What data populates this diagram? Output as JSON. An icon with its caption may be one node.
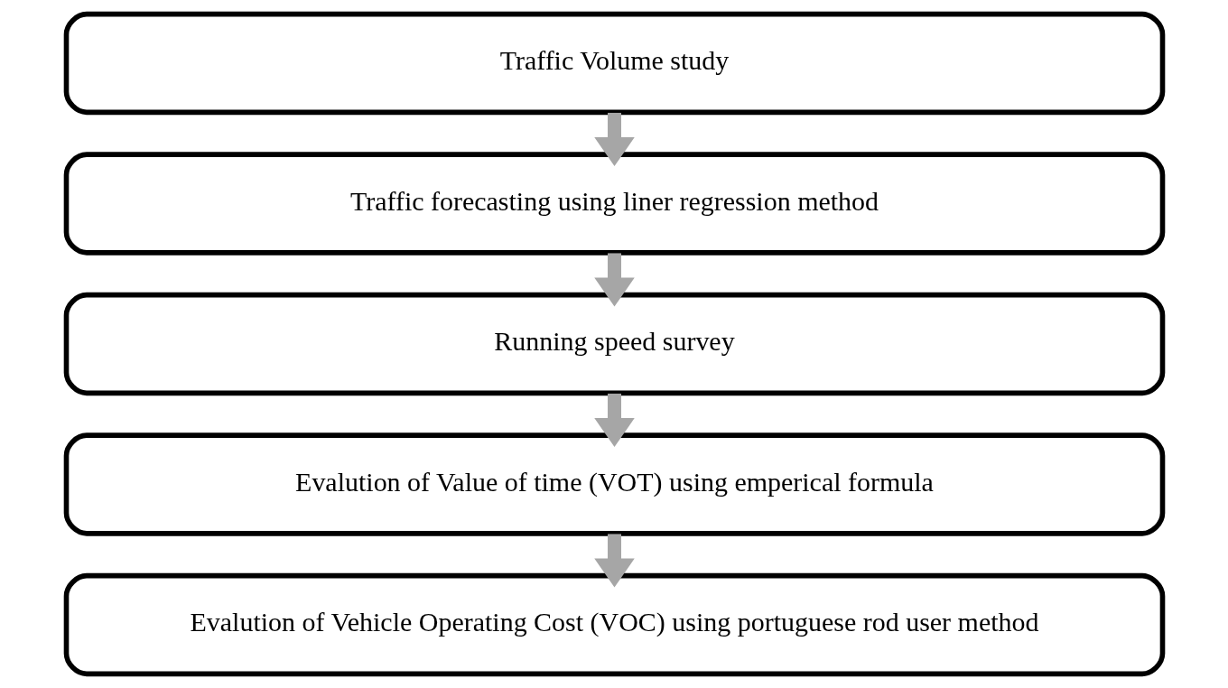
{
  "diagram": {
    "nodes": [
      {
        "text": [
          "Traffic Volume study"
        ]
      },
      {
        "text": [
          "Traffic forecasting using liner regression method"
        ]
      },
      {
        "text": [
          "Running speed survey"
        ]
      },
      {
        "text": [
          "Evalution of Value of time (VOT) using emperical formula"
        ]
      },
      {
        "text": [
          "Evalution of Vehicle Operating Cost (VOC) using portuguese rod user method"
        ]
      }
    ],
    "edges": [
      {
        "from": 0,
        "to": 1,
        "arrow": "to"
      },
      {
        "from": 1,
        "to": 2,
        "arrow": "to"
      },
      {
        "from": 2,
        "to": 3,
        "arrow": "to"
      },
      {
        "from": 3,
        "to": 4,
        "arrow": "to"
      }
    ]
  }
}
